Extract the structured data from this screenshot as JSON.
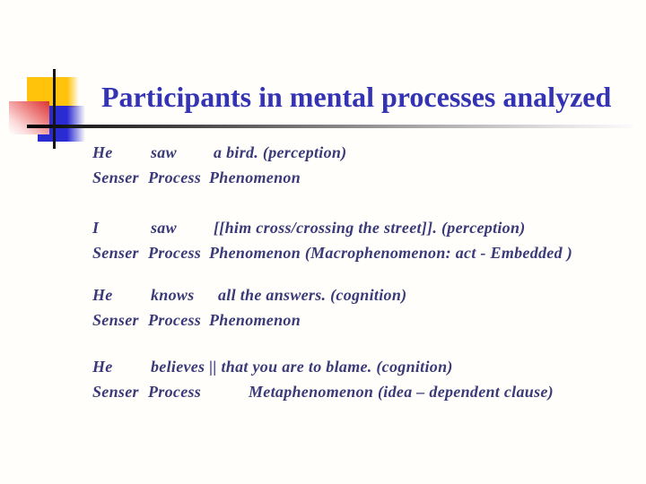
{
  "slide": {
    "title": "Participants in mental processes analyzed"
  },
  "colors": {
    "background": "#fffefb",
    "title_text": "#3333b3",
    "body_text": "#3a3a78",
    "decoration_yellow": "#ffc30b",
    "decoration_blue": "#2b2bd4",
    "decoration_red": "#dd3333",
    "rule_gradient_start": "#000000",
    "rule_gradient_end": "#fbfbfb"
  },
  "examples": [
    {
      "clause": {
        "cells": [
          {
            "text": "He"
          },
          {
            "text": "saw"
          },
          {
            "text": "a bird. (perception)"
          }
        ]
      },
      "roles": {
        "cells": [
          {
            "text": "Senser"
          },
          {
            "text": "Process"
          },
          {
            "text": "Phenomenon"
          }
        ]
      }
    },
    {
      "clause": {
        "cells": [
          {
            "text": "I"
          },
          {
            "text": "saw"
          },
          {
            "text": "[[him cross/crossing the street]]. (perception)"
          }
        ]
      },
      "roles": {
        "cells": [
          {
            "text": "Senser"
          },
          {
            "text": "Process"
          },
          {
            "text": "Phenomenon (Macrophenomenon: act - Embedded )"
          }
        ]
      }
    },
    {
      "clause": {
        "cells": [
          {
            "text": "He"
          },
          {
            "text": "knows"
          },
          {
            "text": "all the answers. (cognition)"
          }
        ]
      },
      "roles": {
        "cells": [
          {
            "text": "Senser"
          },
          {
            "text": "Process"
          },
          {
            "text": "Phenomenon"
          }
        ]
      }
    },
    {
      "clause": {
        "cells": [
          {
            "text": "He"
          },
          {
            "text": "believes || that you are to blame. (cognition)"
          }
        ]
      },
      "roles": {
        "cells": [
          {
            "text": "Senser"
          },
          {
            "text": "Process"
          },
          {
            "text": "Metaphenomenon (idea – dependent clause)"
          }
        ]
      }
    }
  ]
}
